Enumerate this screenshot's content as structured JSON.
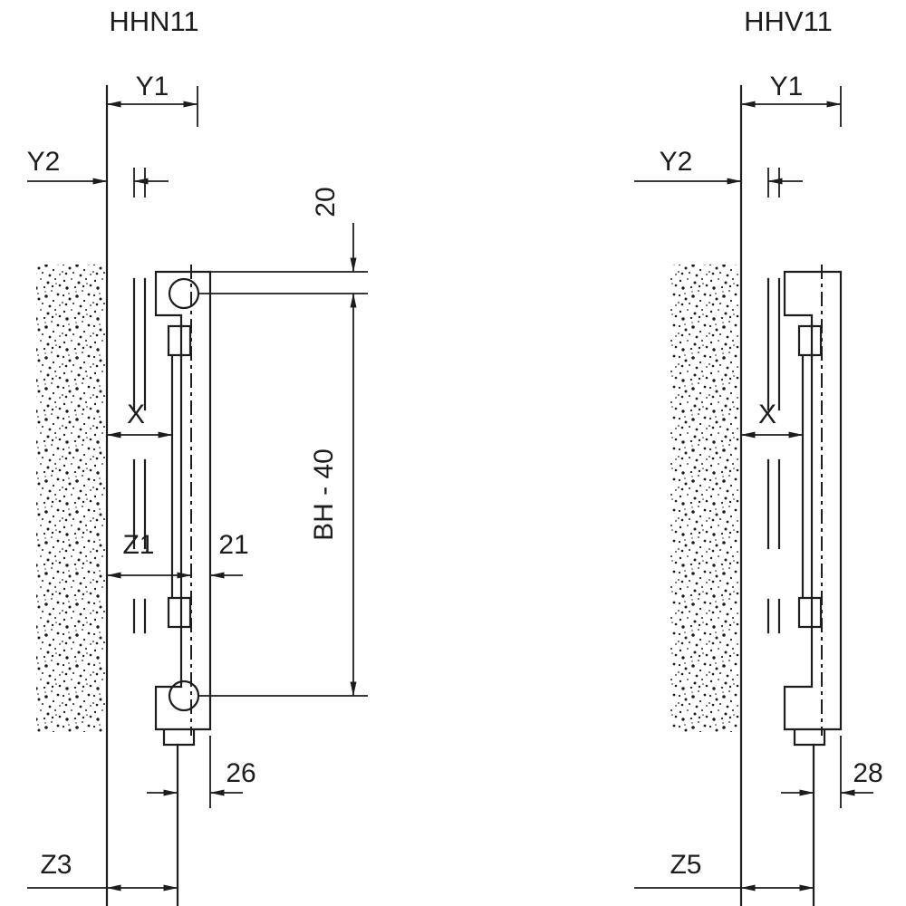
{
  "colors": {
    "line": "#1d1d1d",
    "background": "#ffffff"
  },
  "left": {
    "title": "HHN11",
    "labels": {
      "y1": "Y1",
      "y2": "Y2",
      "off20": "20",
      "x": "X",
      "z1": "Z1",
      "d21": "21",
      "bh40": "BH - 40",
      "d26": "26",
      "z3": "Z3"
    }
  },
  "right": {
    "title": "HHV11",
    "labels": {
      "y1": "Y1",
      "y2": "Y2",
      "x": "X",
      "d28": "28",
      "z5": "Z5"
    }
  }
}
